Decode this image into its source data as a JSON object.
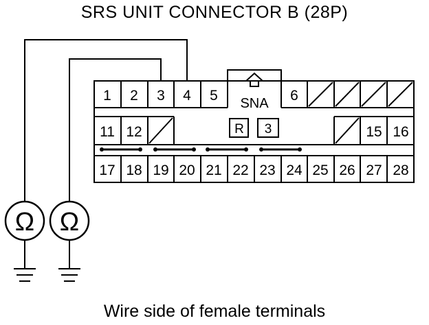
{
  "title": "SRS UNIT CONNECTOR B (28P)",
  "caption": "Wire side of female terminals",
  "connector": {
    "lock_label": "SNA",
    "marker_r": "R",
    "marker_3": "3",
    "row1": [
      {
        "label": "1"
      },
      {
        "label": "2"
      },
      {
        "label": "3"
      },
      {
        "label": "4"
      },
      {
        "label": "5"
      },
      {
        "label": "6"
      }
    ],
    "row2": [
      {
        "label": "11"
      },
      {
        "label": "12"
      },
      {
        "label": "15"
      },
      {
        "label": "16"
      }
    ],
    "row3": [
      {
        "label": "17"
      },
      {
        "label": "18"
      },
      {
        "label": "19"
      },
      {
        "label": "20"
      },
      {
        "label": "21"
      },
      {
        "label": "22"
      },
      {
        "label": "23"
      },
      {
        "label": "24"
      },
      {
        "label": "25"
      },
      {
        "label": "26"
      },
      {
        "label": "27"
      },
      {
        "label": "28"
      }
    ]
  },
  "meters": [
    {
      "symbol": "Ω",
      "connected_terminal": "4"
    },
    {
      "symbol": "Ω",
      "connected_terminal": "3"
    }
  ]
}
